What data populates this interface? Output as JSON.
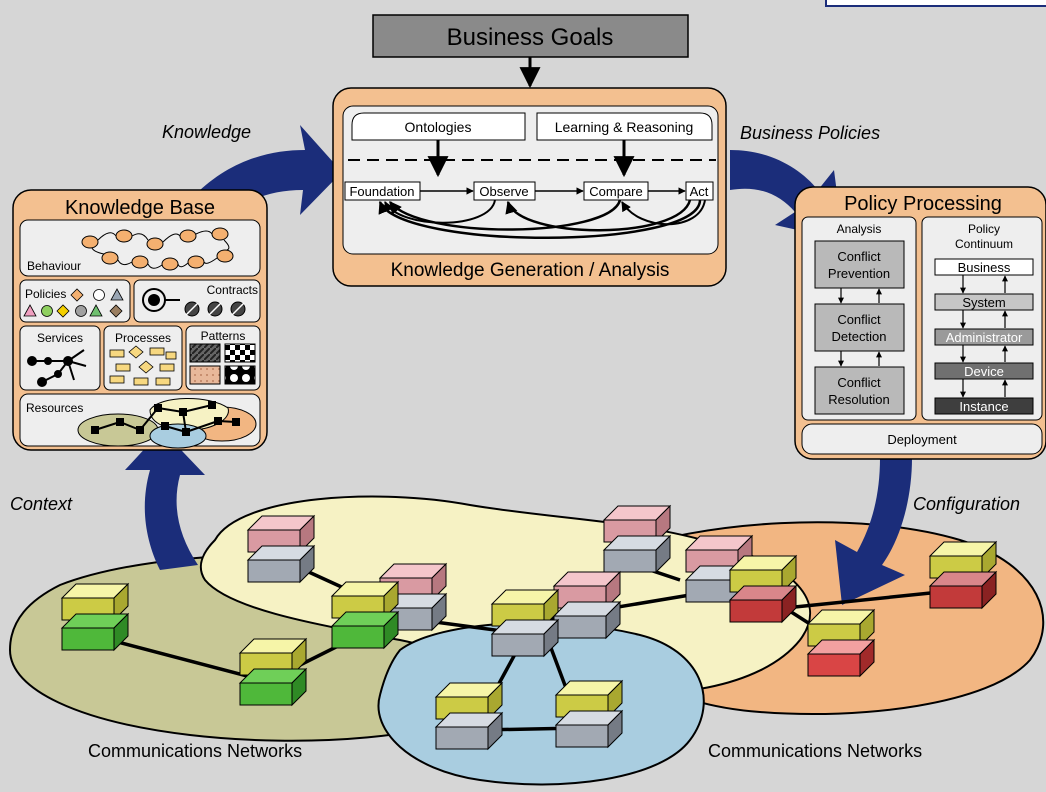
{
  "top": {
    "title": "Business Goals"
  },
  "flow_labels": {
    "knowledge": "Knowledge",
    "business_policies": "Business Policies",
    "context": "Context",
    "configuration": "Configuration"
  },
  "generation": {
    "title": "Knowledge Generation / Analysis",
    "ontologies": "Ontologies",
    "learning": "Learning & Reasoning",
    "steps": [
      "Foundation",
      "Observe",
      "Compare",
      "Act"
    ]
  },
  "knowledge_base": {
    "title": "Knowledge Base",
    "behaviour": "Behaviour",
    "policies": "Policies",
    "contracts": "Contracts",
    "services": "Services",
    "processes": "Processes",
    "patterns": "Patterns",
    "resources": "Resources"
  },
  "policy_processing": {
    "title": "Policy Processing",
    "analysis": {
      "title": "Analysis",
      "items": [
        [
          "Conflict",
          "Prevention"
        ],
        [
          "Conflict",
          "Detection"
        ],
        [
          "Conflict",
          "Resolution"
        ]
      ]
    },
    "continuum": {
      "title": [
        "Policy",
        "Continuum"
      ],
      "levels": [
        "Business",
        "System",
        "Administrator",
        "Device",
        "Instance"
      ]
    },
    "deployment": "Deployment"
  },
  "networks": {
    "left_label": "Communications Networks",
    "right_label": "Communications Networks"
  },
  "colors": {
    "background": "#d6d6d6",
    "orange_panel": "#f3c090",
    "inner_panel": "#eeeeee",
    "flow_arrow": "#1b2d7a",
    "green_net": "#c8c896",
    "yellow_net": "#f6f2c4",
    "blue_net": "#a9cde0",
    "orange_net": "#f2b682"
  }
}
